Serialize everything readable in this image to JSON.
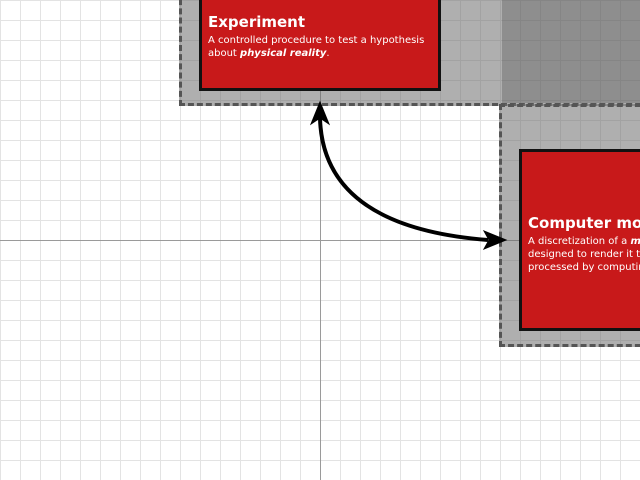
{
  "nodes": {
    "experiment": {
      "title": "Experiment",
      "desc_before": "A controlled procedure to test a hypothesis about ",
      "desc_emph": "physical reality",
      "desc_after": "."
    },
    "computer_model": {
      "title": "Computer model",
      "desc_line1_before": "A discretization of a ",
      "desc_line1_emph": "mathematical model",
      "desc_line2": "designed to render it to be",
      "desc_line3": "processed by computing"
    }
  },
  "edges": [
    {
      "from": "experiment",
      "to": "computer_model",
      "style": "bidirectional-arrow",
      "color": "#000000"
    }
  ],
  "colors": {
    "card_fill": "#c8191a",
    "card_border": "#111111",
    "region_fill": "#9e9e9e",
    "region_border": "#555555",
    "grid": "#e3e3e3",
    "axis": "#9a9a9a"
  }
}
